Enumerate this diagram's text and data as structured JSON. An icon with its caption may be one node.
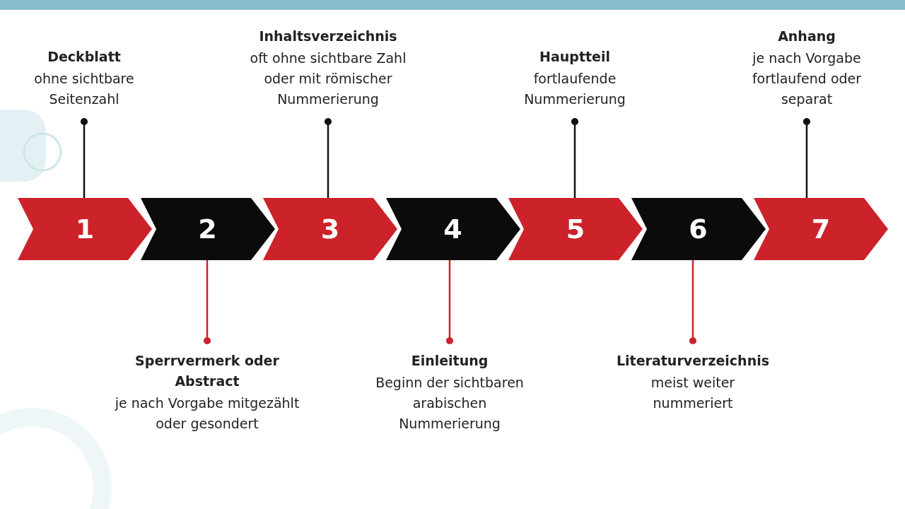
{
  "diagram": {
    "nodes": [
      {
        "text": [
          "1"
        ]
      },
      {
        "text": [
          "2"
        ]
      },
      {
        "text": [
          "3"
        ]
      },
      {
        "text": [
          "4"
        ]
      },
      {
        "text": [
          "5"
        ]
      },
      {
        "text": [
          "6"
        ]
      },
      {
        "text": [
          "7"
        ]
      },
      {
        "text": [
          "Deckblatt",
          "ohne sichtbare Seitenzahl"
        ]
      },
      {
        "text": [
          "Sperrvermerk oder Abstract",
          "je nach Vorgabe mitgezählt oder gesondert"
        ]
      },
      {
        "text": [
          "Inhaltsverzeichnis",
          "oft ohne sichtbare Zahl oder mit römischer Nummerierung"
        ]
      },
      {
        "text": [
          "Einleitung",
          "Beginn der sichtbaren arabischen Nummerierung"
        ]
      },
      {
        "text": [
          "Hauptteil",
          "fortlaufende Nummerierung"
        ]
      },
      {
        "text": [
          "Literaturverzeichnis",
          "meist weiter nummeriert"
        ]
      },
      {
        "text": [
          "Anhang",
          "je nach Vorgabe fortlaufend oder separat"
        ]
      }
    ],
    "edges": [
      {
        "from": 7,
        "to": 0,
        "arrow": "other"
      },
      {
        "from": 8,
        "to": 1,
        "arrow": "other",
        "color": "#cc2229"
      },
      {
        "from": 9,
        "to": 2,
        "arrow": "other"
      },
      {
        "from": 10,
        "to": 3,
        "arrow": "other",
        "color": "#cc2229"
      },
      {
        "from": 11,
        "to": 4,
        "arrow": "other"
      },
      {
        "from": 12,
        "to": 5,
        "arrow": "other",
        "color": "#cc2229"
      },
      {
        "from": 13,
        "to": 6,
        "arrow": "other"
      }
    ]
  }
}
